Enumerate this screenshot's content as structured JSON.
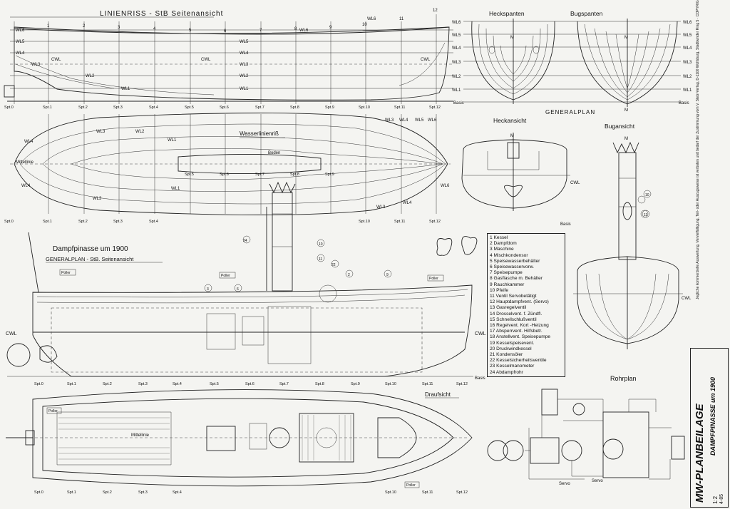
{
  "views": {
    "lines_side": "LINIENRISS - StB Seitenansicht",
    "stern_frames": "Heckspanten",
    "bow_frames": "Bugspanten",
    "general_plan": "GENERALPLAN",
    "stern_view": "Heckansicht",
    "bow_view": "Bugansicht",
    "waterlines": "Wasserlinienriß",
    "boat_title": "Dampfpinasse um 1900",
    "general_side": "GENERALPLAN - StB. Seitenansicht",
    "top_view": "Draufsicht",
    "piping": "Rohrplan"
  },
  "labels": {
    "cwl": "CWL",
    "basis": "Basis",
    "mittellinie": "Mittellinie",
    "boden": "Boden",
    "poller": "Poller",
    "servo": "Servo",
    "m": "M"
  },
  "waterline_labels": [
    "WL6",
    "WL5",
    "WL4",
    "WL3",
    "WL2",
    "WL1"
  ],
  "frame_labels": [
    "Spt.0",
    "Spt.1",
    "Spt.2",
    "Spt.3",
    "Spt.4",
    "Spt.5",
    "Spt.6",
    "Spt.7",
    "Spt.8",
    "Spt.9",
    "Spt.10",
    "Spt.11",
    "Spt.12"
  ],
  "frame_numbers": [
    "1",
    "2",
    "3",
    "4",
    "5",
    "6",
    "7",
    "8",
    "9",
    "10",
    "11",
    "12"
  ],
  "legend": [
    "1 Kessel",
    "2 Dampfdom",
    "3 Maschine",
    "4 Mischkondensor",
    "5 Speisewasserbehälter",
    "6 Speisewasservorw.",
    "7 Speisepumpe",
    "8 Gasflasche m. Behälter",
    "9 Rauchkammer",
    "10 Pfeife",
    "11 Ventil Servobetätigt",
    "12 Hauptdampfvent. (Servo)",
    "13 Gasregelventil",
    "14 Drosselvent. f. Zündfl.",
    "15 Schnellschlußventil",
    "16 Regelvent. Kort -Heizung",
    "17 Absperrvent. Hilfsbetr.",
    "18 Anstellvent. Speisepumpe",
    "19 Kesselspeisevent.",
    "20 Druckwindkessel",
    "21 Kondensöler",
    "22 Kesselsicherheitsventile",
    "23 Kesselmanometer",
    "24 Abdampfrohr"
  ],
  "copyright": "Jegliche kommerzielle Auswertung, Vervielfältigung, Teil- oder Auszugsweise ist verboten und bedarf der Zustimmung vom V. Stelz-Verlag, D-1100 Wolfsburg, Stadtwinder Ring 5 · COPYRIGHT by B. Stelz-Verlag, Wolfsburg",
  "title_block": {
    "brand": "MW-PLANBEILAGE",
    "subject": "DAMPFPINASSE um 1900",
    "scale": "1:2",
    "code": "4-85"
  }
}
